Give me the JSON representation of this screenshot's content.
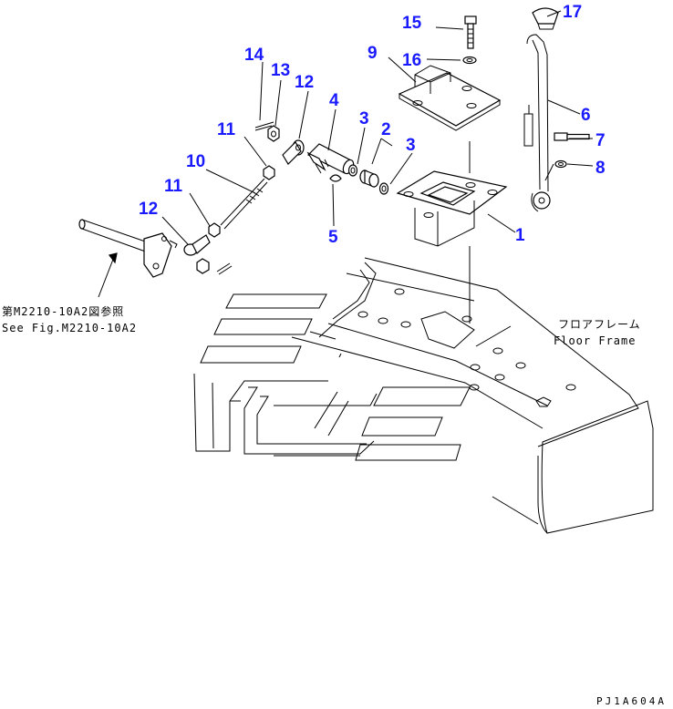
{
  "callouts": [
    {
      "id": "c1",
      "label": "1"
    },
    {
      "id": "c2",
      "label": "2"
    },
    {
      "id": "c3a",
      "label": "3"
    },
    {
      "id": "c3b",
      "label": "3"
    },
    {
      "id": "c4",
      "label": "4"
    },
    {
      "id": "c5",
      "label": "5"
    },
    {
      "id": "c6",
      "label": "6"
    },
    {
      "id": "c7",
      "label": "7"
    },
    {
      "id": "c8",
      "label": "8"
    },
    {
      "id": "c9",
      "label": "9"
    },
    {
      "id": "c10",
      "label": "10"
    },
    {
      "id": "c11a",
      "label": "11"
    },
    {
      "id": "c11b",
      "label": "11"
    },
    {
      "id": "c12a",
      "label": "12"
    },
    {
      "id": "c12b",
      "label": "12"
    },
    {
      "id": "c13",
      "label": "13"
    },
    {
      "id": "c14",
      "label": "14"
    },
    {
      "id": "c15",
      "label": "15"
    },
    {
      "id": "c16",
      "label": "16"
    },
    {
      "id": "c17",
      "label": "17"
    }
  ],
  "reference": {
    "jp": "第M2210-10A2図参照",
    "en": "See Fig.M2210-10A2"
  },
  "floor_frame": {
    "jp": "フロアフレーム",
    "en": "Floor Frame"
  },
  "drawing_code": "PJ1A604A",
  "colors": {
    "callout": "#1a1aff",
    "line": "#000000",
    "background": "#ffffff"
  }
}
